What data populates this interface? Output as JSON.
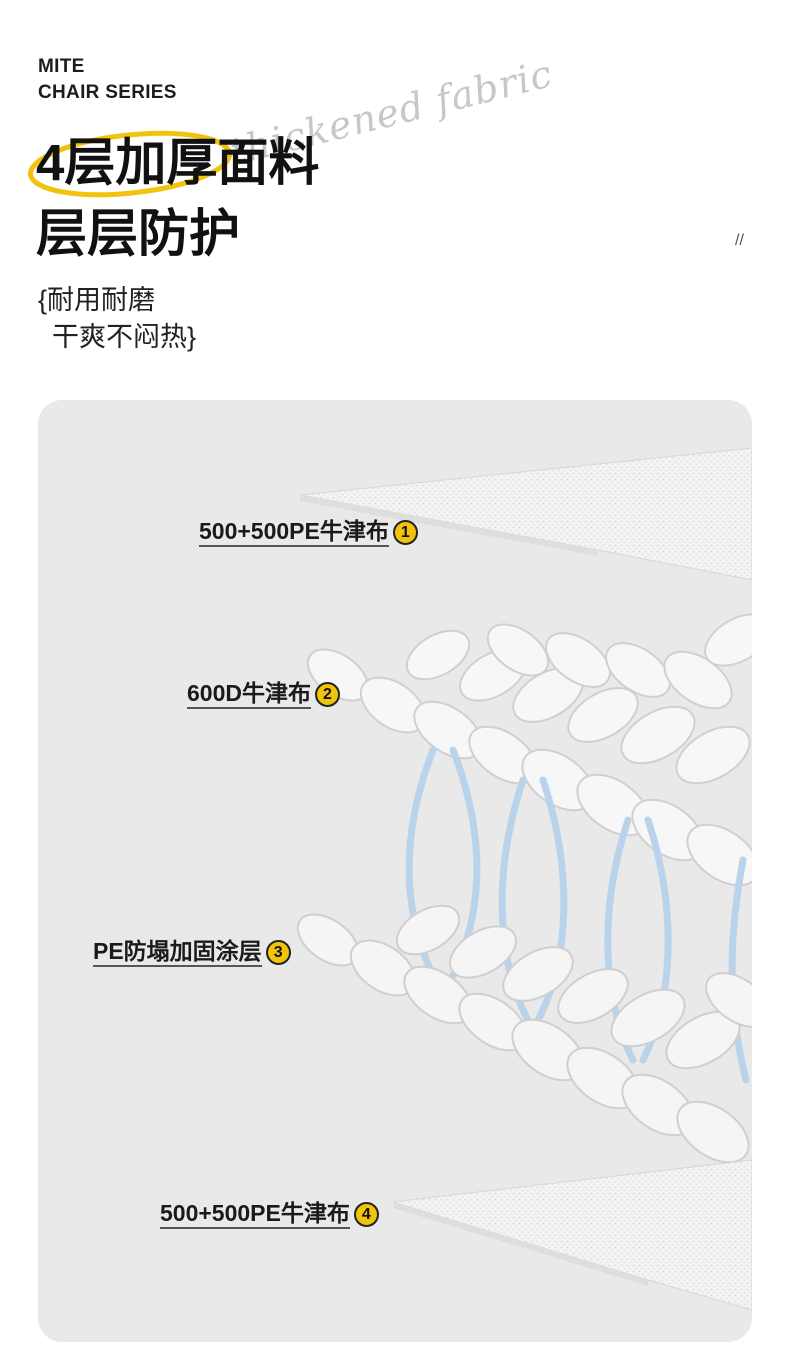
{
  "brand": {
    "line1": "MITE",
    "line2": "CHAIR SERIES"
  },
  "title": {
    "line1": "4层加厚面料",
    "line2": "层层防护",
    "script": "thickened fabric"
  },
  "decor": {
    "slash": "//"
  },
  "subtitle": {
    "line1": "{耐用耐磨",
    "line2": "干爽不闷热}"
  },
  "colors": {
    "accent": "#f1c30c",
    "panel": "#e9e9e9",
    "thread_blue": "#b9d4ea"
  },
  "layers": [
    {
      "label": "500+500PE牛津布",
      "number": "1"
    },
    {
      "label": "600D牛津布",
      "number": "2"
    },
    {
      "label": "PE防塌加固涂层",
      "number": "3"
    },
    {
      "label": "500+500PE牛津布",
      "number": "4"
    }
  ]
}
